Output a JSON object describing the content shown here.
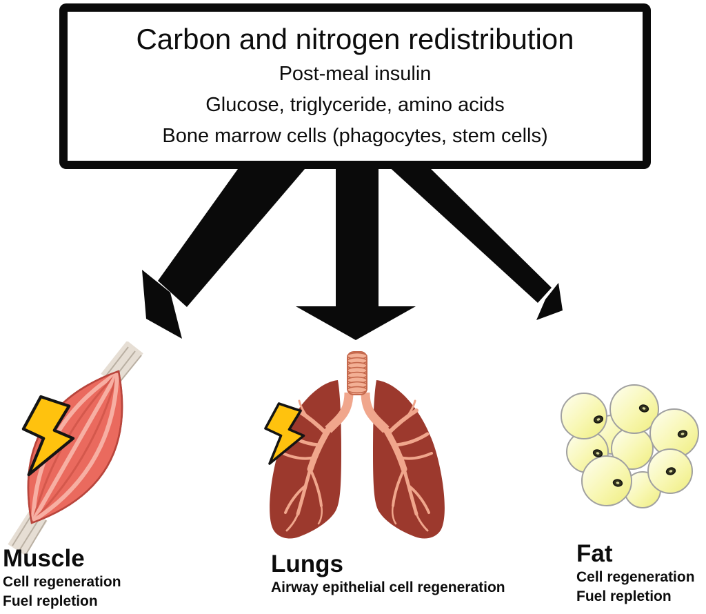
{
  "header_box": {
    "title": "Carbon and nitrogen redistribution",
    "lines": [
      "Post-meal insulin",
      "Glucose, triglyceride, amino acids",
      "Bone marrow cells (phagocytes, stem cells)"
    ]
  },
  "organs": {
    "muscle": {
      "title": "Muscle",
      "lines": [
        "Cell regeneration",
        "Fuel repletion"
      ]
    },
    "lungs": {
      "title": "Lungs",
      "lines": [
        "Airway epithelial cell regeneration"
      ]
    },
    "fat": {
      "title": "Fat",
      "lines": [
        "Cell regeneration",
        "Fuel repletion"
      ]
    }
  },
  "icons": {
    "muscle_stress": "lightning-bolt",
    "lungs_stress": "lightning-bolt",
    "arrows": [
      "down-left-arrow",
      "down-arrow",
      "down-right-arrow"
    ]
  },
  "colors": {
    "arrow_black": "#0a0a0a",
    "box_border": "#0a0a0a",
    "muscle_red": "#EA6A5E",
    "muscle_stripe_light": "#F7AFA3",
    "muscle_stripe_dark": "#D4584C",
    "tendon_gray": "#E6DED4",
    "lung_maroon": "#9C392D",
    "bronchi_salmon": "#F0A68C",
    "fat_yellow": "#F5F39B",
    "fat_outline": "#A0A0A0",
    "bolt_yellow": "#FFC20E"
  }
}
